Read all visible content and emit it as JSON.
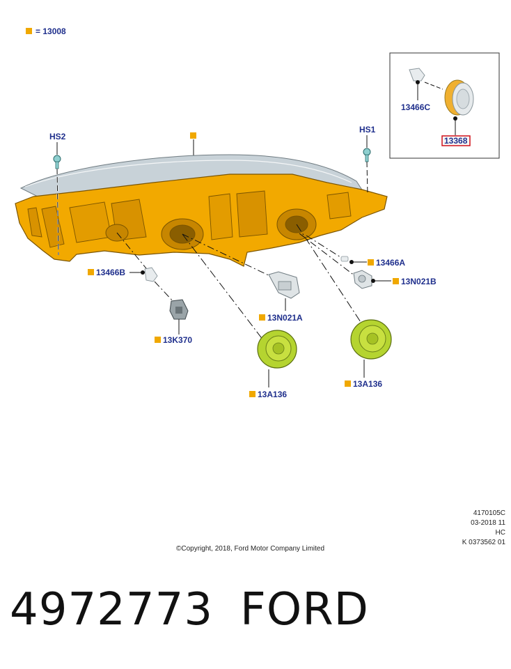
{
  "colors": {
    "accent_orange": "#f0a800",
    "housing_orange": "#f2a900",
    "lens_green": "#b5d430",
    "label_blue": "#1f2f8c",
    "highlight_red": "#d0101a",
    "lens_grey": "#c8d2d8"
  },
  "legend": {
    "text": "= 13008",
    "icon": "orange-square-icon"
  },
  "callouts": {
    "hs2": "HS2",
    "hs1": "HS1",
    "c13466c": "13466C",
    "c13368": "13368",
    "c13466a": "13466A",
    "c13466b": "13466B",
    "c13n021b": "13N021B",
    "c13n021a": "13N021A",
    "c13k370": "13K370",
    "c13a136_left": "13A136",
    "c13a136_right": "13A136"
  },
  "meta": {
    "line1": "4170105C",
    "line2": "03-2018 11",
    "line3": "HC",
    "line4": "K 0373562  01"
  },
  "copyright": "©Copyright, 2018, Ford Motor Company Limited",
  "part_number": "4972773",
  "brand": "FORD"
}
